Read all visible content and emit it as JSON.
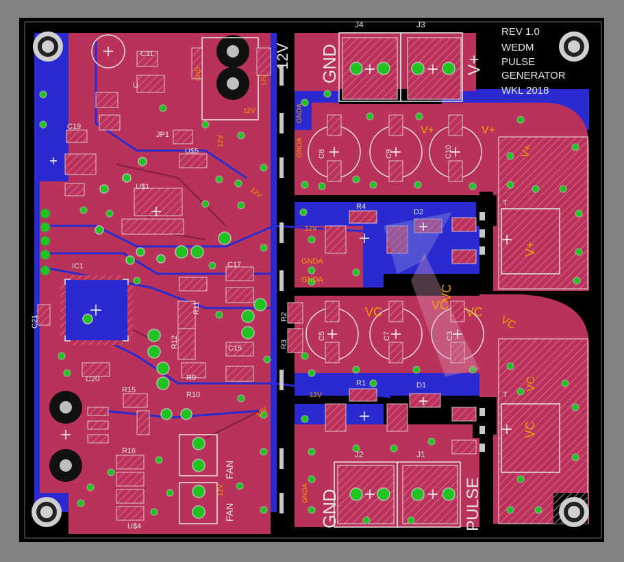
{
  "board": {
    "revision_text": [
      "REV 1.0",
      "WEDM",
      "PULSE",
      "GENERATOR",
      "WKL 2018"
    ],
    "connectors": {
      "j4": "J4",
      "j3": "J3",
      "j2": "J2",
      "j1": "J1",
      "gnd_top": "GND",
      "vplus_top": "V+",
      "gnd_bottom": "GND",
      "pulse_bottom": "PULSE",
      "twelve_v": "12V",
      "fan": "FAN"
    },
    "nets": {
      "vplus": "V+",
      "vc": "VC",
      "gnda": "GNDA",
      "gnd": "GND",
      "twelve_v": "12V"
    },
    "parts": {
      "r1": "R1",
      "r4": "R4",
      "d1": "D1",
      "d2": "D2",
      "c3": "C3",
      "c5": "C5",
      "c7": "C7",
      "c8": "C8",
      "c9": "C9",
      "c10": "C10",
      "c11": "C11",
      "c15": "C15",
      "c17": "C17",
      "c19": "C19",
      "c20": "C20",
      "c21": "C21",
      "ic1": "IC1",
      "us1": "U$1",
      "us5": "U$5",
      "us4": "U$4",
      "r9": "R9",
      "r10": "R10",
      "r11": "R11",
      "r12": "R12",
      "r15": "R15",
      "r16": "R16",
      "jp1": "JP1",
      "r2": "R2",
      "r3": "R3",
      "u": "U",
      "t": "T"
    }
  },
  "colors": {
    "background": "#818181",
    "board_outline": "#000000",
    "top_copper": "#b8325a",
    "bottom_copper": "#2a2ad0",
    "pad": "#21c321",
    "silkscreen": "#e6e6e6",
    "net_label": "#f0a000"
  }
}
